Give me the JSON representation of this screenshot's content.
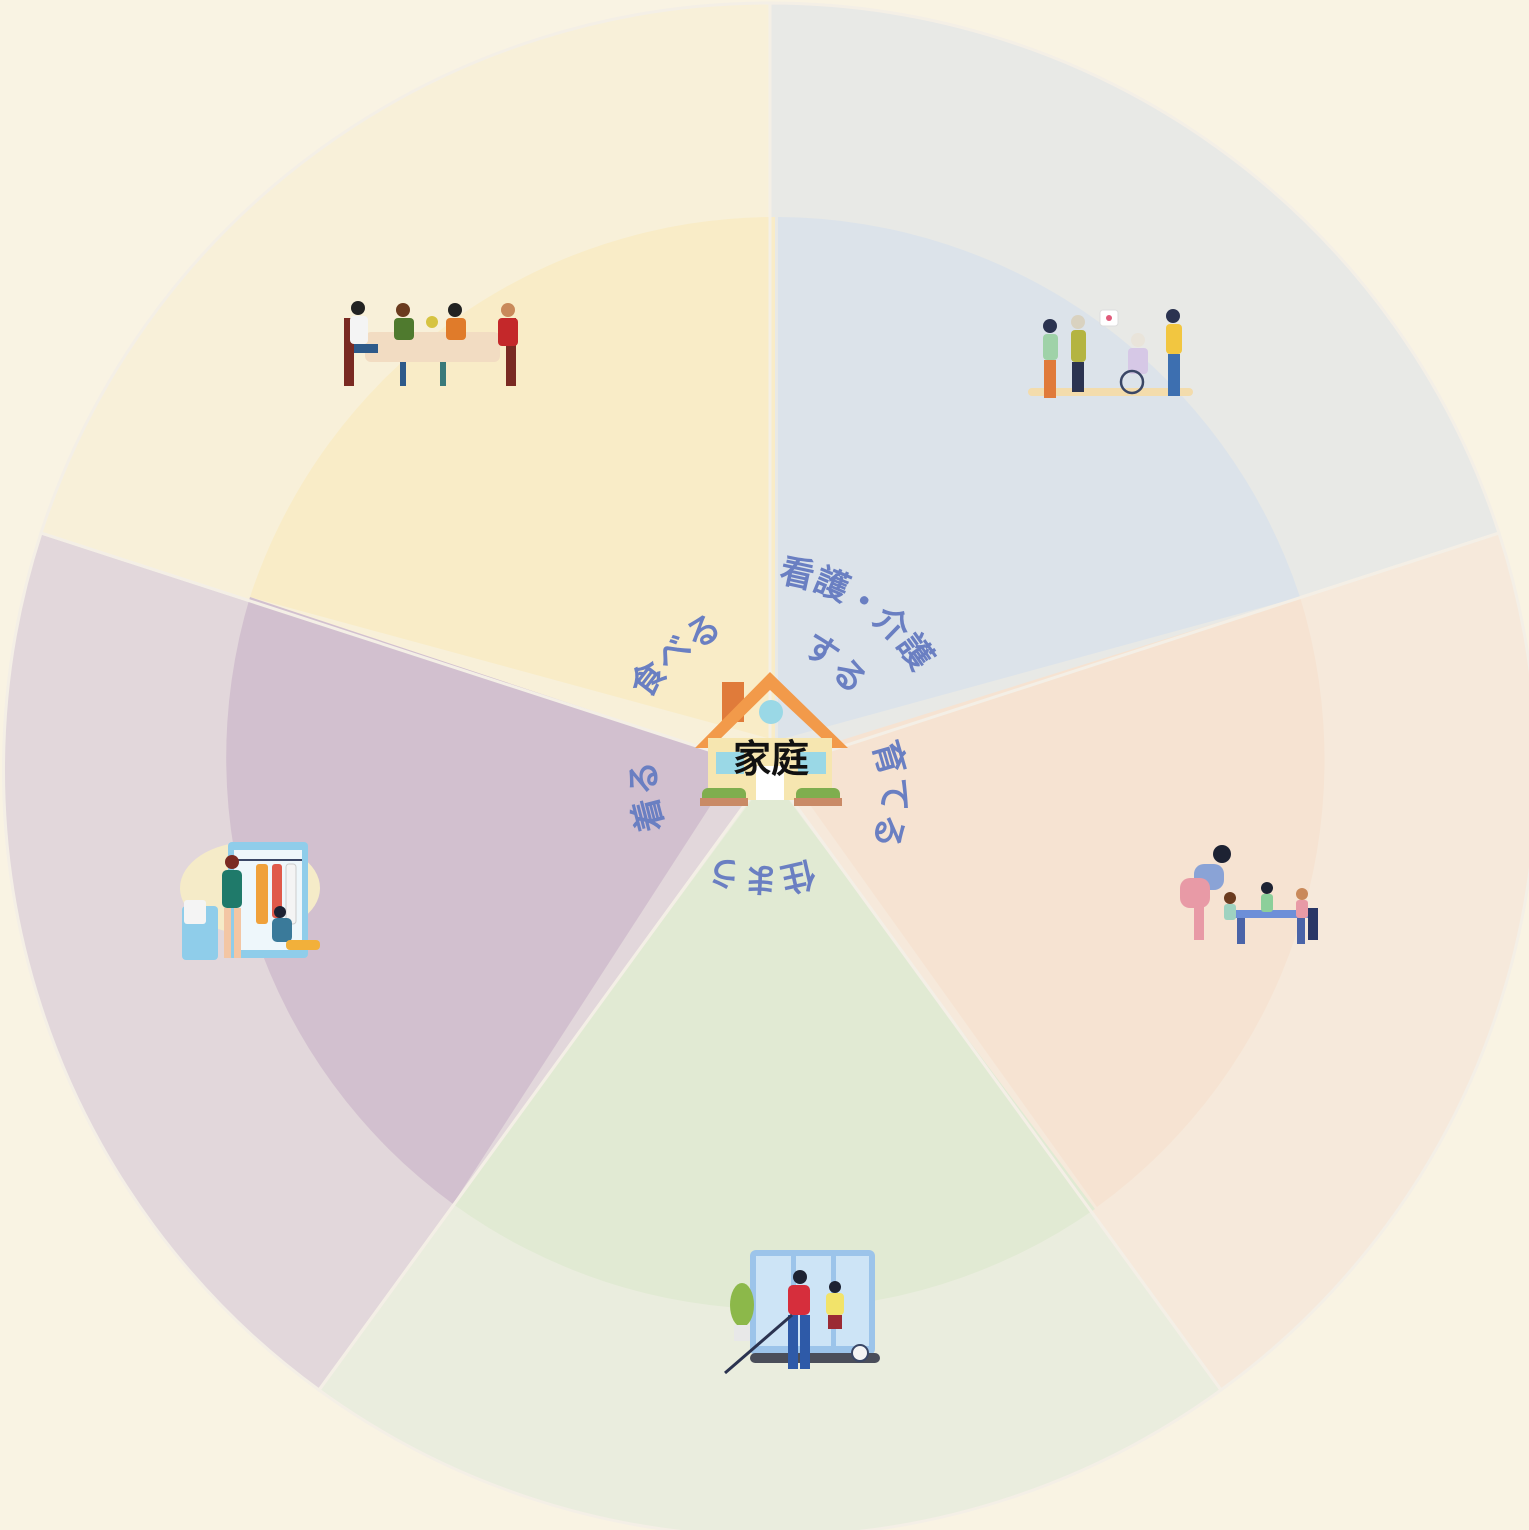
{
  "center": {
    "label": "家庭",
    "icon": "house-icon"
  },
  "segments": [
    {
      "id": "eat",
      "label": "食べる",
      "icon": "family-dining-icon",
      "inner_color": "#f9ecc7",
      "outer_color": "#f8f0d9"
    },
    {
      "id": "care",
      "label": "看護・介護する",
      "icon": "elderly-care-icon",
      "inner_color": "#dce3ea",
      "outer_color": "#e8e9e6"
    },
    {
      "id": "raise",
      "label": "育てる",
      "icon": "childcare-icon",
      "inner_color": "#f6e3d2",
      "outer_color": "#f6e9db"
    },
    {
      "id": "live",
      "label": "住まう",
      "icon": "house-cleaning-icon",
      "inner_color": "#e1ead3",
      "outer_color": "#eaedde"
    },
    {
      "id": "wear",
      "label": "着る",
      "icon": "clothing-wardrobe-icon",
      "inner_color": "#d2c0cf",
      "outer_color": "#e2d7db"
    }
  ]
}
